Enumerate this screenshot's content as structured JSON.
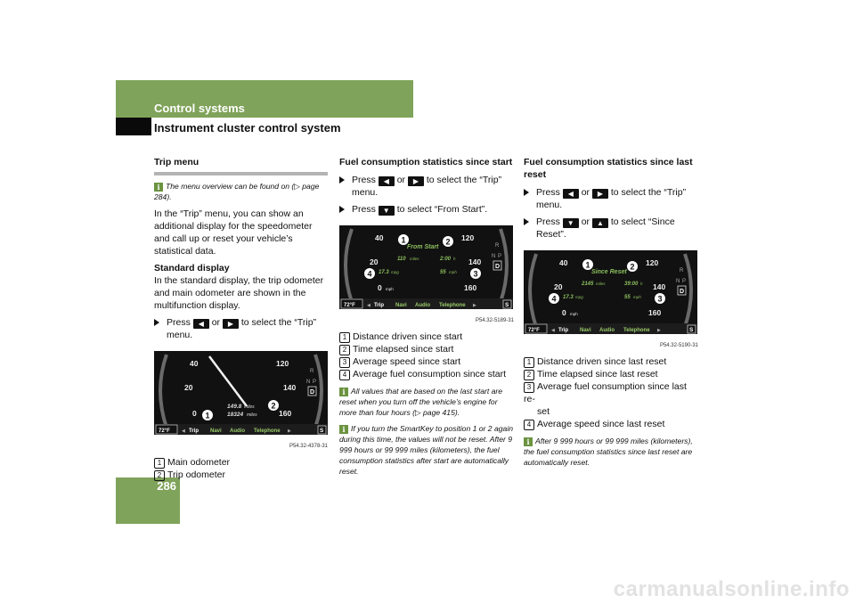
{
  "header": {
    "title": "Control systems",
    "subtitle": "Instrument cluster control system"
  },
  "page_number": "286",
  "col1": {
    "heading": "Trip menu",
    "note": "The menu overview can be found on (▷ page 284).",
    "intro": "In the “Trip” menu, you can show an additional display for the speedometer and call up or reset your vehicle’s statistical data.",
    "subheading": "Standard display",
    "para": "In the standard display, the trip odometer and main odometer are shown in the multifunction display.",
    "step1_a": "Press",
    "step1_b": "or",
    "step1_c": "to select the “Trip” menu.",
    "figure_ref": "P54.32-4378-31",
    "legend": [
      "Main odometer",
      "Trip odometer"
    ],
    "cluster": {
      "val1": "149.8",
      "unit1": "miles",
      "val2": "18324",
      "unit2": "miles"
    }
  },
  "col2": {
    "heading": "Fuel consumption statistics since start",
    "step1_a": "Press",
    "step1_b": "or",
    "step1_c": "to select the “Trip” menu.",
    "step2_a": "Press",
    "step2_b": "to select “From Start”.",
    "figure_ref": "P54.32-5189-31",
    "legend": [
      "Distance driven since start",
      "Time elapsed since start",
      "Average speed since start",
      "Average fuel consumption since start"
    ],
    "note1": "All values that are based on the last start are reset when you turn off the vehicle’s engine for more than four hours (▷ page 415).",
    "note2": "If you turn the SmartKey to position 1 or 2 again during this time, the values will not be reset. After 9 999 hours or 99 999 miles (kilometers), the fuel consumption statistics after start are automatically reset.",
    "cluster": {
      "title": "From Start",
      "dist": "110",
      "dist_unit": "miles",
      "time": "2:00",
      "time_unit": "h",
      "cons": "17.3",
      "cons_unit": "mpg",
      "speed": "55",
      "speed_unit": "mph"
    }
  },
  "col3": {
    "heading": "Fuel consumption statistics since last reset",
    "step1_a": "Press",
    "step1_b": "or",
    "step1_c": "to select the “Trip” menu.",
    "step2_a": "Press",
    "step2_b": "or",
    "step2_c": "to select “Since Reset”.",
    "figure_ref": "P54.32-5190-31",
    "legend": [
      "Distance driven since last reset",
      "Time elapsed since last reset",
      "Average fuel consumption since last re-",
      "set",
      "Average speed since last reset"
    ],
    "note": "After 9 999 hours or 99 999 miles (kilometers), the fuel consumption statistics since last reset are automatically reset.",
    "cluster": {
      "title": "Since Reset",
      "dist": "2145",
      "dist_unit": "miles",
      "time": "39:00",
      "time_unit": "h",
      "cons": "17.3",
      "cons_unit": "mpg",
      "speed": "55",
      "speed_unit": "mph"
    }
  },
  "cluster_common": {
    "ticks": [
      "40",
      "20",
      "0",
      "120",
      "140",
      "160"
    ],
    "speed_unit": "mph",
    "temp": "72°F",
    "nav": [
      "Trip",
      "Navi",
      "Audio",
      "Telephone"
    ],
    "gears": [
      "R",
      "N",
      "P",
      "D"
    ],
    "s_mark": "S"
  },
  "buttons": {
    "left": "◀",
    "right": "▶",
    "down": "▼",
    "up": "▲"
  },
  "markers": [
    "1",
    "2",
    "3",
    "4"
  ],
  "watermark": "carmanualsonline.info",
  "colors": {
    "accent": "#7fa35a",
    "info": "#6b9340"
  }
}
